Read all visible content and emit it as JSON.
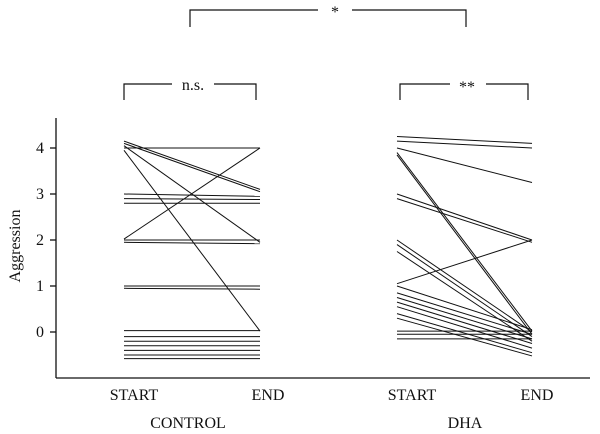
{
  "chart_data": {
    "type": "line",
    "ylabel": "Aggression",
    "yticks": [
      0,
      1,
      2,
      3,
      4
    ],
    "ylim": [
      -0.8,
      4.4
    ],
    "x_tick_labels": [
      "START",
      "END",
      "START",
      "END"
    ],
    "groups": [
      {
        "name": "CONTROL",
        "pairs": [
          [
            4.15,
            3.1
          ],
          [
            4.1,
            3.05
          ],
          [
            4.05,
            1.95
          ],
          [
            4.0,
            4.0
          ],
          [
            3.95,
            0.02
          ],
          [
            3.0,
            2.95
          ],
          [
            2.9,
            2.88
          ],
          [
            2.8,
            2.8
          ],
          [
            2.02,
            4.0
          ],
          [
            2.0,
            2.0
          ],
          [
            1.95,
            1.92
          ],
          [
            1.0,
            1.0
          ],
          [
            0.95,
            0.93
          ],
          [
            0.03,
            0.03
          ],
          [
            -0.1,
            -0.1
          ],
          [
            -0.2,
            -0.2
          ],
          [
            -0.3,
            -0.3
          ],
          [
            -0.4,
            -0.4
          ],
          [
            -0.5,
            -0.5
          ],
          [
            -0.58,
            -0.58
          ]
        ]
      },
      {
        "name": "DHA",
        "pairs": [
          [
            4.25,
            4.1
          ],
          [
            4.15,
            4.0
          ],
          [
            4.0,
            3.25
          ],
          [
            3.9,
            0.02
          ],
          [
            3.85,
            -0.05
          ],
          [
            3.0,
            2.0
          ],
          [
            2.9,
            1.95
          ],
          [
            2.0,
            0.0
          ],
          [
            1.9,
            -0.1
          ],
          [
            1.75,
            -0.2
          ],
          [
            1.05,
            2.0
          ],
          [
            1.0,
            0.05
          ],
          [
            0.85,
            -0.05
          ],
          [
            0.75,
            -0.15
          ],
          [
            0.65,
            -0.25
          ],
          [
            0.55,
            -0.35
          ],
          [
            0.4,
            -0.45
          ],
          [
            0.3,
            -0.52
          ],
          [
            0.02,
            0.02
          ],
          [
            -0.05,
            -0.05
          ],
          [
            -0.15,
            -0.15
          ]
        ]
      }
    ],
    "annotations": [
      {
        "label": "*",
        "between": "CONTROL vs DHA"
      },
      {
        "label": "n.s.",
        "between": "CONTROL START vs END"
      },
      {
        "label": "**",
        "between": "DHA START vs END"
      }
    ]
  }
}
